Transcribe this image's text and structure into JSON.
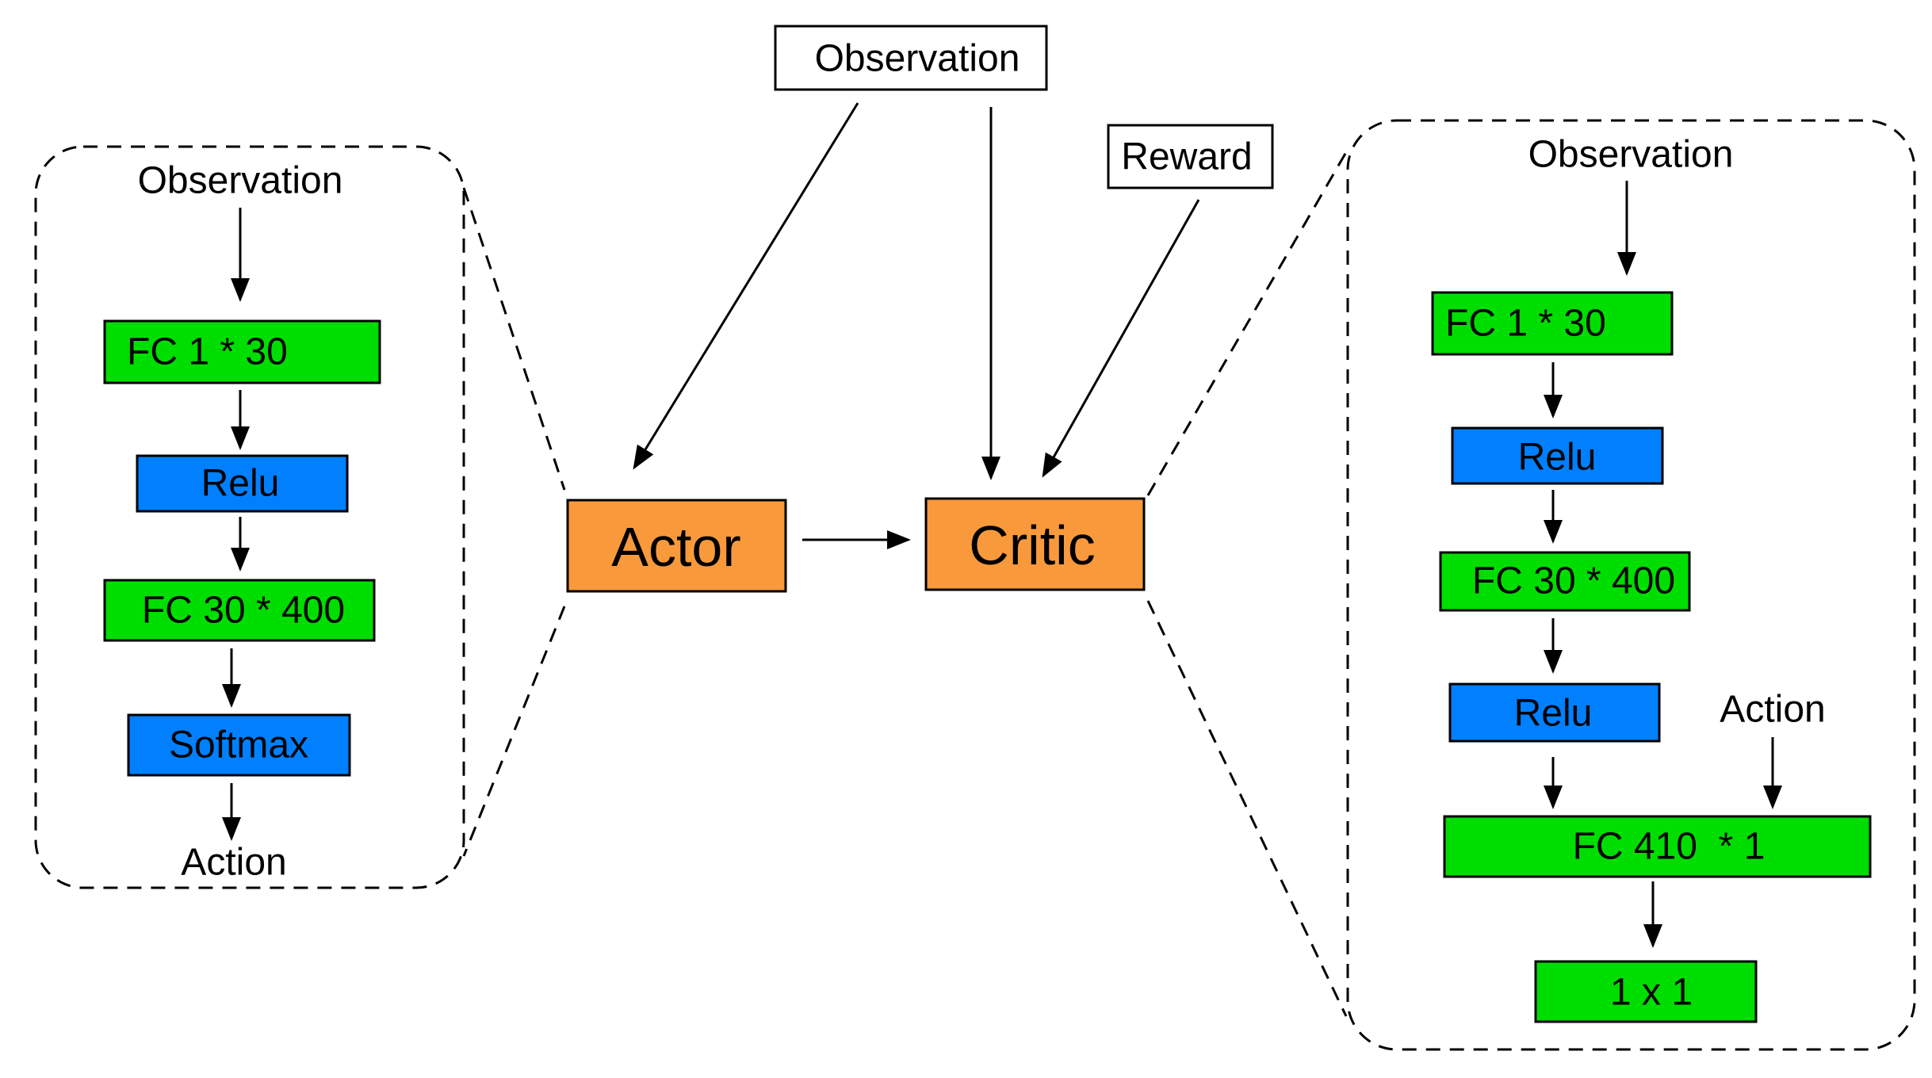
{
  "top": {
    "observation": "Observation",
    "reward": "Reward"
  },
  "center": {
    "actor": "Actor",
    "critic": "Critic"
  },
  "actor_net": {
    "input": "Observation",
    "layers": [
      "FC 1 * 30",
      "Relu",
      "FC 30 * 400",
      "Softmax"
    ],
    "output": "Action"
  },
  "critic_net": {
    "input": "Observation",
    "layers": [
      "FC 1 * 30",
      "Relu",
      "FC 30 * 400",
      "Relu",
      "FC 410  * 1",
      "1 x 1"
    ],
    "action_input": "Action"
  },
  "colors": {
    "fc": "#00dd00",
    "activation": "#0080ff",
    "agent": "#f8993c",
    "stroke": "#000000",
    "background": "#ffffff"
  }
}
